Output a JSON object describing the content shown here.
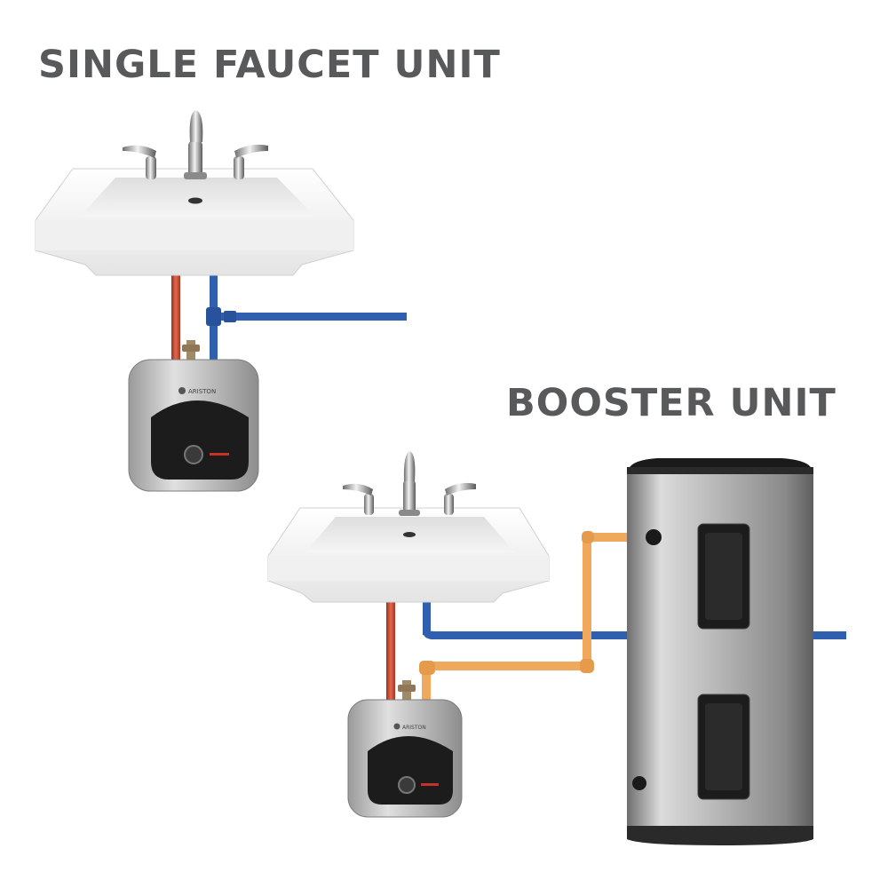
{
  "titles": {
    "single": "SINGLE FAUCET UNIT",
    "booster": "BOOSTER UNIT"
  },
  "brand": "ARISTON",
  "colors": {
    "title": "#58595b",
    "hot_pipe": "#c8442a",
    "cold_pipe": "#2f5fae",
    "booster_pipe": "#f0a85c",
    "heater_body": "#c9c9c9",
    "heater_panel": "#1c1c1c",
    "tank_body": "#a8a8a8",
    "sink": "#f7f7f7"
  },
  "icons": [
    "sink-icon",
    "faucet-icon",
    "point-of-use-heater-icon",
    "tank-water-heater-icon",
    "pressure-relief-valve-icon"
  ]
}
